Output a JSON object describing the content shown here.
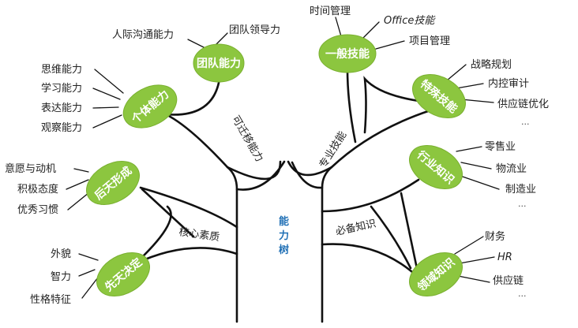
{
  "colors": {
    "node_fill": "#8cc63f",
    "node_text": "#ffffff",
    "trunk_label": "#1f6fb5",
    "line": "#111111",
    "text": "#222222"
  },
  "trunk_label": [
    "能",
    "力",
    "树"
  ],
  "branches": {
    "transferable": "可迁移能力",
    "core_quality": "核心素质",
    "professional_skill": "专业技能",
    "required_knowledge": "必备知识"
  },
  "nodes": {
    "team": {
      "label": "团队能力",
      "leaves": [
        "人际沟通能力",
        "团队领导力"
      ]
    },
    "individual": {
      "label": "个体能力",
      "leaves": [
        "思维能力",
        "学习能力",
        "表达能力",
        "观察能力"
      ]
    },
    "acquired": {
      "label": "后天形成",
      "leaves": [
        "意愿与动机",
        "积极态度",
        "优秀习惯"
      ]
    },
    "innate": {
      "label": "先天决定",
      "leaves": [
        "外貌",
        "智力",
        "性格特征"
      ]
    },
    "general": {
      "label": "一般技能",
      "leaves": [
        "时间管理",
        "Office技能",
        "项目管理"
      ]
    },
    "special": {
      "label": "特殊技能",
      "leaves": [
        "战略规划",
        "内控审计",
        "供应链优化",
        "..."
      ]
    },
    "industry": {
      "label": "行业知识",
      "leaves": [
        "零售业",
        "物流业",
        "制造业",
        "..."
      ]
    },
    "domain": {
      "label": "领域知识",
      "leaves": [
        "财务",
        "HR",
        "供应链",
        "..."
      ]
    }
  }
}
